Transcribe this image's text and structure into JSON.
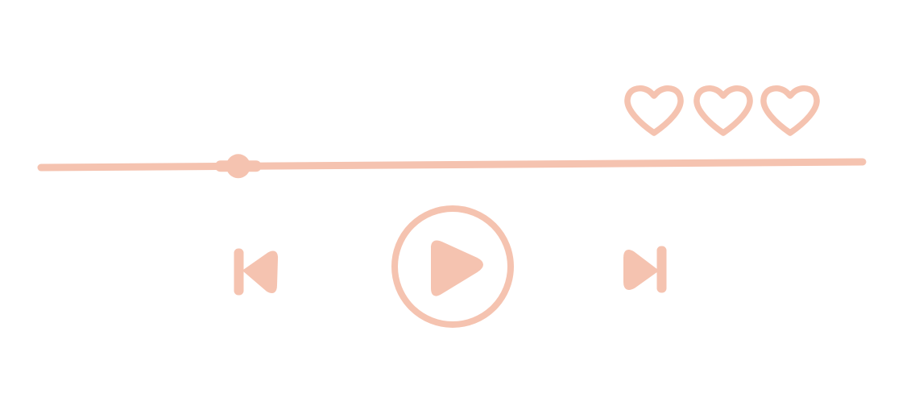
{
  "theme": {
    "accent": "#f5c3b0",
    "background": "#ffffff"
  },
  "playback": {
    "progress": 0.24,
    "state": "paused"
  },
  "rating": {
    "hearts": 3,
    "icon": "heart-outline-icon"
  },
  "controls": {
    "previous_icon": "skip-previous-icon",
    "play_icon": "play-icon",
    "next_icon": "skip-next-icon"
  }
}
